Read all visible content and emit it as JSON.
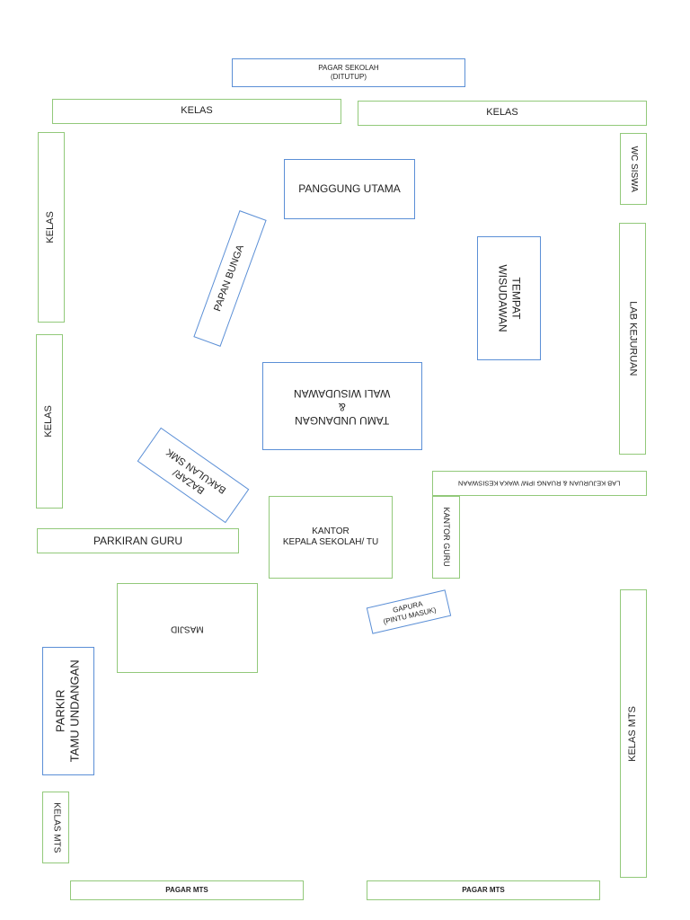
{
  "map": {
    "pagar_sekolah": "PAGAR SEKOLAH\n(DITUTUP)",
    "kelas_top_left": "KELAS",
    "kelas_top_right": "KELAS",
    "wc_siswa": "WC SISWA",
    "kelas_left_upper": "KELAS",
    "panggung_utama": "PANGGUNG UTAMA",
    "papan_bunga": "PAPAN BUNGA",
    "tempat_wisudawan": "TEMPAT\nWISUDAWAN",
    "lab_kejuruan": "LAB KEJURUAN",
    "tamu_undangan": "TAMU UNDANGAN\n&\nWALI WISUDAWAN",
    "kelas_left_lower": "KELAS",
    "bazar": "BAZAR/\nBAKULAN SMK",
    "lab_ruang_ipm": "LAB KEJURUAN & RUANG IPM/ WAKA KESISWAAN",
    "kantor_kepala": "KANTOR\nKEPALA SEKOLAH/ TU",
    "kantor_guru": "KANTOR GURU",
    "parkiran_guru": "PARKIRAN GURU",
    "masjid": "MASJID",
    "gapura": "GAPURA\n(PINTU MASUK)",
    "parkir_tamu": "PARKIR\nTAMU UNDANGAN",
    "kelas_mts_right": "KELAS MTS",
    "kelas_mts_left": "KELAS MTS",
    "pagar_mts_left": "PAGAR MTS",
    "pagar_mts_right": "PAGAR MTS"
  }
}
